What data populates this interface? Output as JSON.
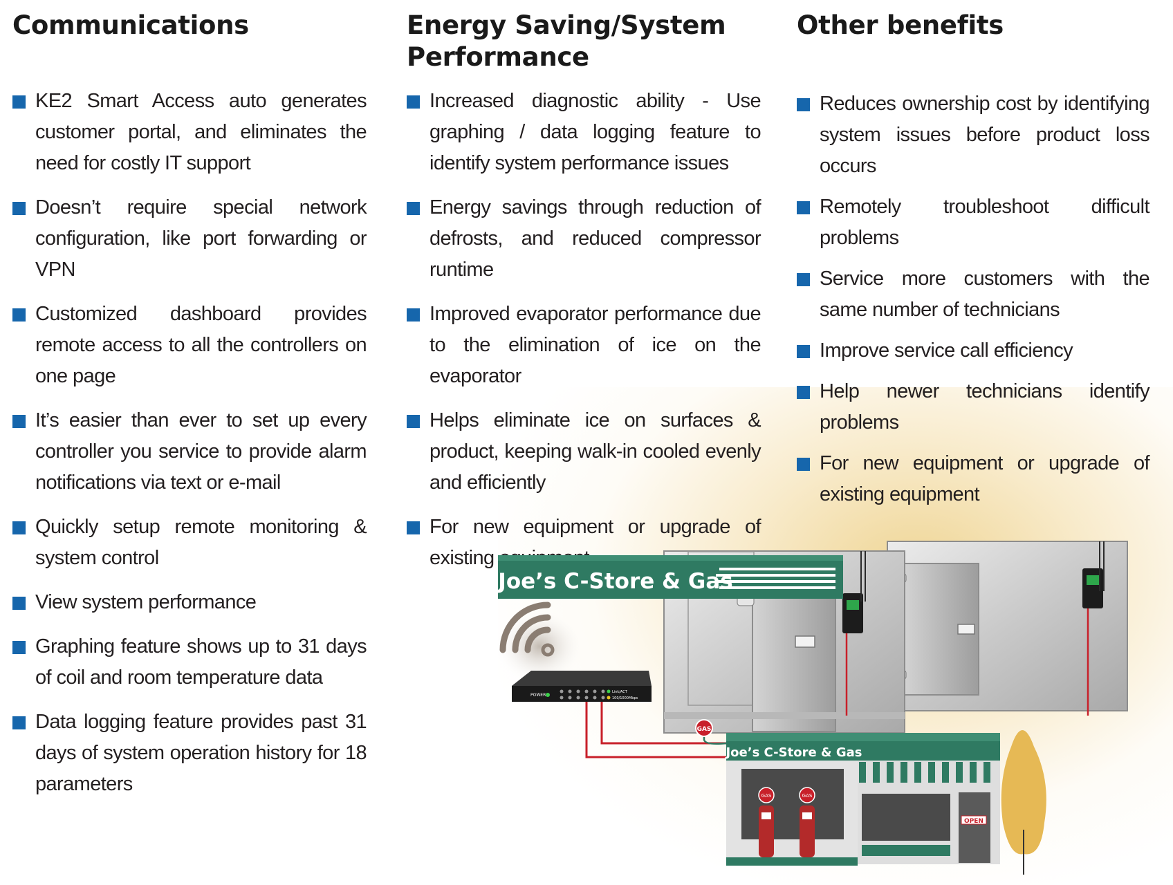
{
  "columns": [
    {
      "title": "Communications",
      "items": [
        "KE2 Smart Access auto generates customer portal, and eliminates the need for costly IT support",
        "Doesn’t require special network configuration, like port forwarding or VPN",
        "Customized dashboard provides remote access to all the controllers on one page",
        "It’s easier than ever to set up every controller you service to provide alarm notifications via text or e-mail",
        "Quickly setup remote monitoring & system control",
        "View system performance",
        "Graphing feature shows up to 31 days of coil and room temperature data",
        "Data logging feature provides past 31 days of system operation history for 18 parameters"
      ]
    },
    {
      "title": "Energy Saving/System Performance",
      "items": [
        "Increased diagnostic ability - Use graphing / data logging feature to identify system performance issues",
        "Energy savings through reduction of defrosts, and reduced compressor runtime",
        "Improved evaporator performance due to the elimination of ice on the evaporator",
        "Helps eliminate ice on surfaces & product, keeping walk-in cooled evenly and efficiently",
        "For new equipment or upgrade of existing equipment"
      ]
    },
    {
      "title": "Other benefits",
      "items": [
        "Reduces ownership cost by identifying system issues before product loss occurs",
        "Remotely troubleshoot difficult problems",
        "Service more customers with the same number of technicians",
        "Improve service call efficiency",
        "Help newer technicians identify problems",
        "For new equipment or upgrade of existing equipment"
      ]
    }
  ],
  "illustration": {
    "banner_text": "Joe’s C-Store & Gas",
    "store_sign_text": "Joe’s C-Store & Gas",
    "gas_label": "GAS",
    "open_label": "OPEN",
    "switch_power_label": "POWER",
    "switch_link_label": "Link/ACT",
    "switch_speed_label": "100/1000Mbps"
  },
  "colors": {
    "bullet": "#1666ac",
    "sign_green": "#2f7a62",
    "wire_red": "#c8202a",
    "wifi_brown": "#8a7d72",
    "glow": "#edcd80"
  }
}
